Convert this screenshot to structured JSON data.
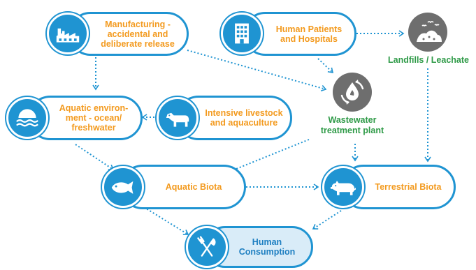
{
  "nodes": {
    "manufacturing": {
      "label": "Manufacturing -\naccidental and\ndeliberate release",
      "icon": "factory-icon"
    },
    "human_patients": {
      "label": "Human Patients\nand Hospitals",
      "icon": "hospital-building-icon"
    },
    "landfills": {
      "label": "Landfills / Leachate",
      "icon": "landfill-icon"
    },
    "wastewater": {
      "label": "Wastewater\ntreatment plant",
      "icon": "water-recycle-icon"
    },
    "aquatic_env": {
      "label": "Aquatic environ-\nment - ocean/\nfreshwater",
      "icon": "water-waves-icon"
    },
    "livestock": {
      "label": "Intensive livestock\nand aquaculture",
      "icon": "cow-icon"
    },
    "aquatic_biota": {
      "label": "Aquatic Biota",
      "icon": "fish-icon"
    },
    "terrestrial_biota": {
      "label": "Terrestrial Biota",
      "icon": "pig-icon"
    },
    "human_consumption": {
      "label": "Human\nConsumption",
      "icon": "fork-knife-icon"
    }
  },
  "edges": [
    {
      "from": "Manufacturing",
      "to": "Aquatic environment"
    },
    {
      "from": "Manufacturing",
      "to": "Wastewater treatment plant"
    },
    {
      "from": "Human Patients and Hospitals",
      "to": "Landfills / Leachate"
    },
    {
      "from": "Human Patients and Hospitals",
      "to": "Wastewater treatment plant"
    },
    {
      "from": "Intensive livestock and aquaculture",
      "to": "Aquatic environment"
    },
    {
      "from": "Aquatic environment",
      "to": "Aquatic Biota"
    },
    {
      "from": "Wastewater treatment plant",
      "to": "Aquatic Biota"
    },
    {
      "from": "Wastewater treatment plant",
      "to": "Terrestrial Biota"
    },
    {
      "from": "Landfills / Leachate",
      "to": "Terrestrial Biota"
    },
    {
      "from": "Aquatic Biota",
      "to": "Terrestrial Biota"
    },
    {
      "from": "Aquatic Biota",
      "to": "Human Consumption"
    },
    {
      "from": "Terrestrial Biota",
      "to": "Human Consumption"
    }
  ],
  "colors": {
    "pill_border": "#1f94d2",
    "orange_text": "#f39a1e",
    "green_text": "#2e9a47",
    "edge": "#1f94d2",
    "icon_gray": "#6e6e6e"
  }
}
